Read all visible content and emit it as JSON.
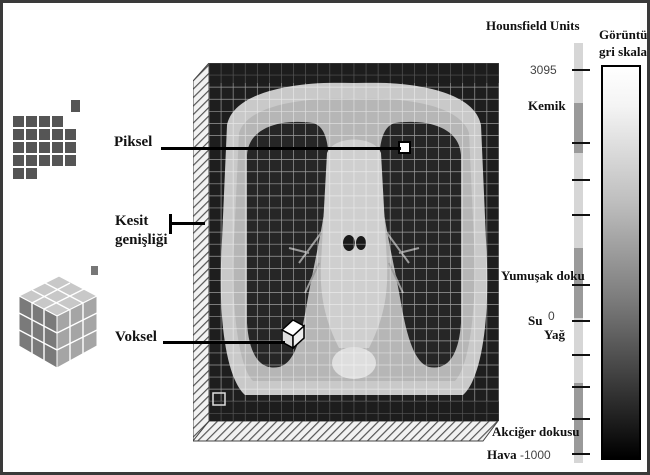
{
  "labels": {
    "piksel": "Piksel",
    "kesit_genisligi_line1": "Kesit",
    "kesit_genisligi_line2": "genişliği",
    "voksel": "Voksel",
    "hounsfield_units": "Hounsfield Units",
    "goruntu_line1": "Görüntü",
    "goruntu_line2": "gri skala",
    "kemik": "Kemik",
    "yumusak_doku": "Yumuşak doku",
    "su": "Su",
    "yag": "Yağ",
    "akciger_dokusu": "Akciğer dokusu",
    "hava": "Hava"
  },
  "scale": {
    "max_value": "3095",
    "zero_value": "0",
    "min_value": "-1000"
  },
  "colors": {
    "border": "#3a3a3a",
    "grid_dark": "#222222",
    "tissue_light": "#bdbdbd",
    "lung_dark": "#2a2a2a"
  }
}
